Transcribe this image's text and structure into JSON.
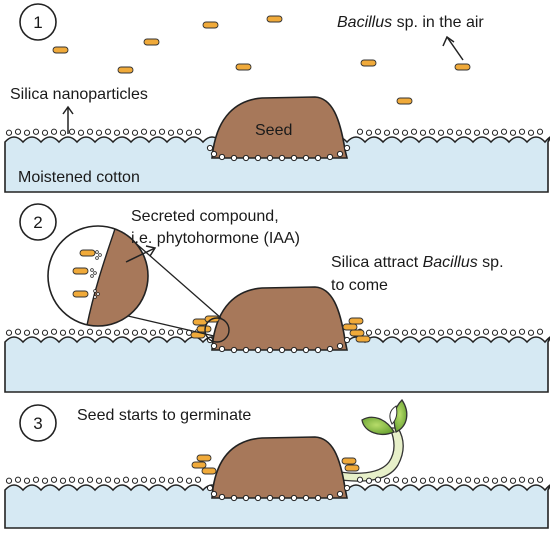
{
  "panels": [
    {
      "number": "1",
      "labels": {
        "bacillus_italic": "Bacillus",
        "bacillus_rest": " sp. in the air",
        "silica": "Silica nanoparticles",
        "seed": "Seed",
        "cotton": "Moistened cotton"
      }
    },
    {
      "number": "2",
      "labels": {
        "secreted_line1": "Secreted compound,",
        "secreted_line2": "i.e. phytohormone (IAA)",
        "attract_prefix": "Silica attract ",
        "attract_italic": "Bacillus",
        "attract_suffix": " sp.",
        "attract_line2": "to come"
      }
    },
    {
      "number": "3",
      "labels": {
        "germinate": "Seed starts to germinate"
      }
    }
  ],
  "colors": {
    "cotton_fill": "#d6e9f3",
    "seed_fill": "#a7785a",
    "bacteria_fill": "#f0aa3a",
    "sprout_stem": "#e7f0c9",
    "sprout_leaf": "#8cbf3f",
    "outline": "#222222"
  }
}
